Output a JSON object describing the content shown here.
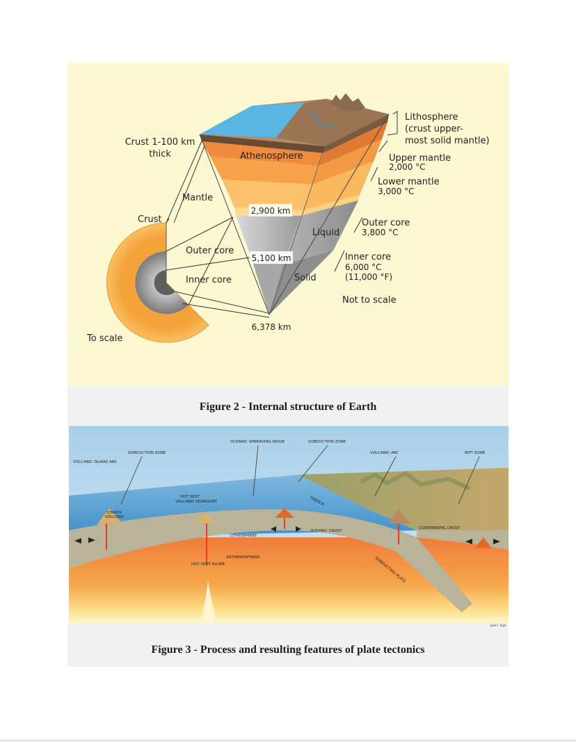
{
  "figure2": {
    "caption": "Figure 2 - Internal structure of Earth",
    "labels": {
      "crust_thickness_1": "Crust 1-100 km",
      "crust_thickness_2": "thick",
      "athenosphere": "Athenosphere",
      "mantle": "Mantle",
      "crust": "Crust",
      "outer_core": "Outer core",
      "inner_core": "Inner core",
      "to_scale": "To scale",
      "depth_2900": "2,900 km",
      "depth_5100": "5,100 km",
      "depth_6378": "6,378 km",
      "liquid": "Liquid",
      "solid": "Solid",
      "lithosphere_1": "Lithosphere",
      "lithosphere_2": "(crust upper-",
      "lithosphere_3": "most solid mantle)",
      "upper_mantle": "Upper mantle",
      "upper_mantle_temp": "2,000 °C",
      "lower_mantle": "Lower mantle",
      "lower_mantle_temp": "3,000 °C",
      "outer_core_right": "Outer core",
      "outer_core_temp": "3,800 °C",
      "inner_core_right": "Inner core",
      "inner_core_temp_c": "6,000 °C",
      "inner_core_temp_f": "(11,000 °F)",
      "not_to_scale": "Not to scale"
    }
  },
  "figure3": {
    "caption": "Figure 3 - Process and resulting features of plate tectonics",
    "labels": {
      "oceanic_spreading_ridge": "OCEANIC SPREADING RIDGE",
      "subduction_zone_top": "SUBDUCTION ZONE",
      "subduction_zone_left": "SUBDUCTION ZONE",
      "volcanic_island_arc": "VOLCANIC ISLAND ARC",
      "volcanic_arc": "VOLCANIC ARC",
      "rift_zone": "RIFT ZONE",
      "hot_spot_1": "HOT SPOT",
      "hot_spot_2": "VOLCANO SEAMOUNT",
      "strato_1": "STRATO-",
      "strato_2": "VOLCANO",
      "trench": "TRENCH",
      "oceanic_crust": "OCEANIC CRUST",
      "continental_crust": "CONTINENTAL CRUST",
      "lithosphere": "LITHOSPHERE",
      "asthenosphere": "ASTHENOSPHERE",
      "hot_spot_plume": "HOT SPOT PLUME",
      "subducting_plate": "SUBDUCTING PLATE",
      "credit": "José F. Vigil"
    }
  }
}
